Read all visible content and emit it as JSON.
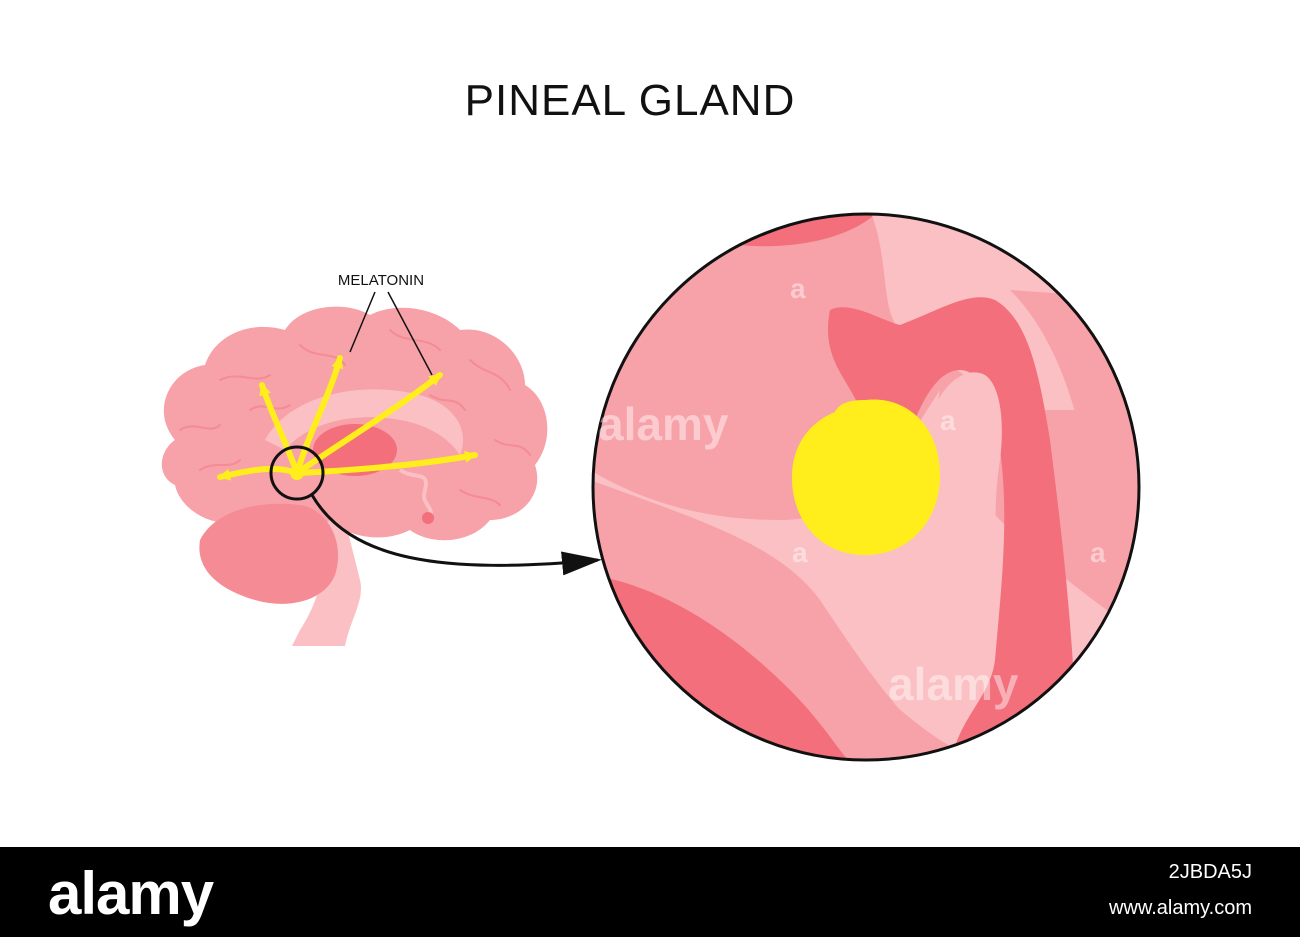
{
  "title": "PINEAL GLAND",
  "labels": {
    "melatonin": "MELATONIN"
  },
  "watermark": {
    "text": "alamy",
    "small_mark": "a"
  },
  "footer": {
    "logo": "alamy",
    "image_id": "2JBDA5J",
    "url": "www.alamy.com"
  },
  "colors": {
    "brain_light": "#f7a1a8",
    "brain_mid": "#f58b94",
    "brain_dark": "#f26f7b",
    "brain_pale": "#fbc0c3",
    "gland": "#ffee1c",
    "arrows": "#ffee1c",
    "outline": "#111111"
  }
}
